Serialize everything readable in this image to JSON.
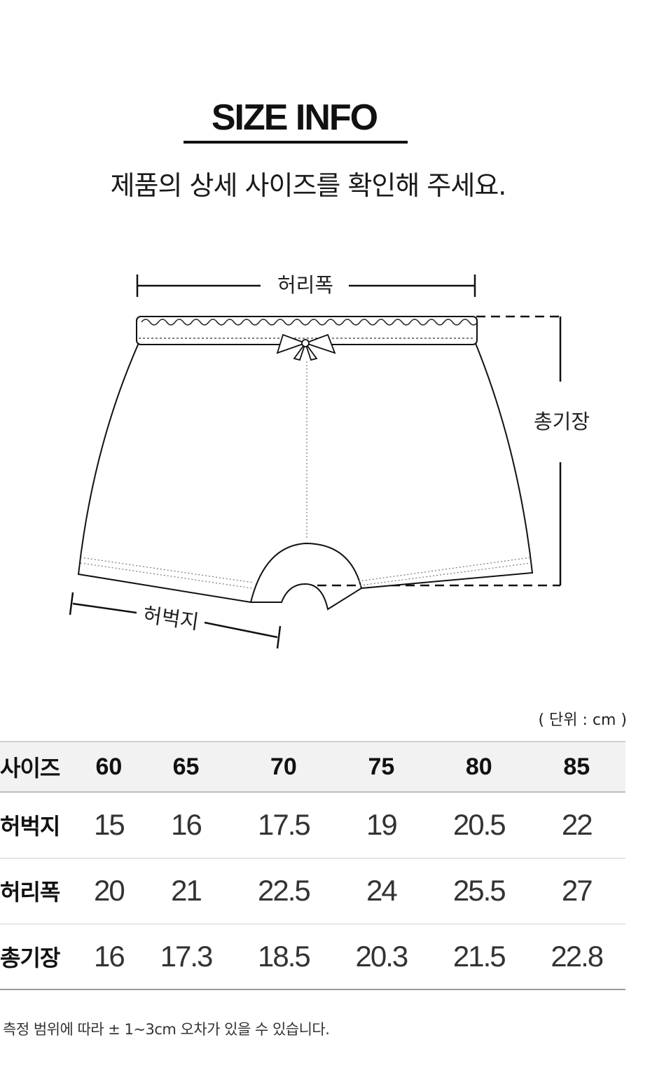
{
  "header": {
    "title": "SIZE INFO",
    "subtitle": "제품의 상세 사이즈를 확인해 주세요."
  },
  "diagram": {
    "waist_label": "허리폭",
    "length_label": "총기장",
    "thigh_label": "허벅지"
  },
  "unit_label": "( 단위 : cm )",
  "size_table": {
    "header_label": "사이즈",
    "sizes": [
      "60",
      "65",
      "70",
      "75",
      "80",
      "85"
    ],
    "rows": [
      {
        "label": "허벅지",
        "values": [
          "15",
          "16",
          "17.5",
          "19",
          "20.5",
          "22"
        ]
      },
      {
        "label": "허리폭",
        "values": [
          "20",
          "21",
          "22.5",
          "24",
          "25.5",
          "27"
        ]
      },
      {
        "label": "총기장",
        "values": [
          "16",
          "17.3",
          "18.5",
          "20.3",
          "21.5",
          "22.8"
        ]
      }
    ]
  },
  "note": "측정 범위에  따라 ± 1~3cm 오차가 있을 수 있습니다."
}
